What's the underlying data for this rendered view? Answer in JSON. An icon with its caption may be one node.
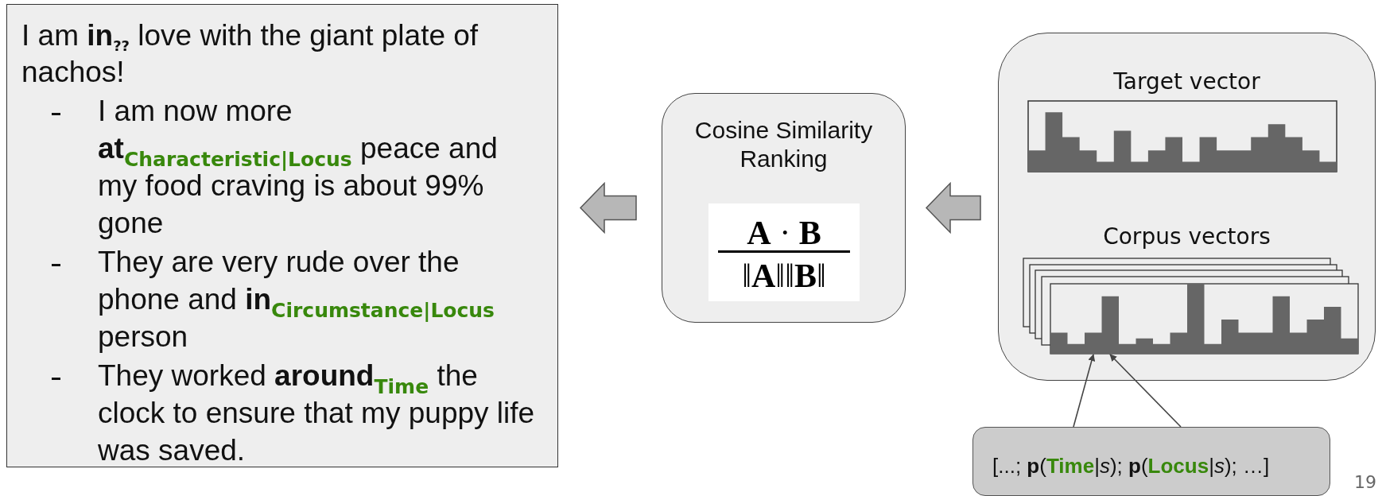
{
  "diagram": {
    "nodes": [
      {
        "text": [
          "I am **in**$_{??}$ love with the giant plate of nachos!",
          "I am now more **at**$_{Characteristic|Locus}$ peace and my food craving is about 99% gone",
          "They are very rude over the phone and **in**$_{Circumstance|Locus}$ person",
          "They worked **around**$_{Time}$ the clock to ensure that my puppy life was saved."
        ]
      },
      {
        "text": [
          "Cosine Similarity Ranking"
        ]
      },
      {
        "text": [
          "**A** · **B**",
          "‖**A**‖‖**B**‖"
        ],
        "in": 1
      },
      {
        "text": [
          "Target vector",
          "Corpus vectors"
        ]
      },
      {
        "text": [],
        "shape": "box",
        "in": 3
      },
      {
        "text": [
          "[...; **p**(",
          "Time",
          "|*s*); **p**(",
          "Locus",
          "|*s*); …]"
        ]
      }
    ],
    "edges": [
      {
        "from": 1,
        "to": 0,
        "arrow": "to",
        "style": "thick",
        "color": "#b7b7b7"
      },
      {
        "from": 3,
        "to": 1,
        "arrow": "to",
        "style": "thick",
        "color": "#b7b7b7"
      },
      {
        "from": 5,
        "to": 4,
        "arrow": "to"
      },
      {
        "from": 5,
        "to": 4,
        "arrow": "to"
      }
    ],
    "labels": [
      "19"
    ]
  }
}
